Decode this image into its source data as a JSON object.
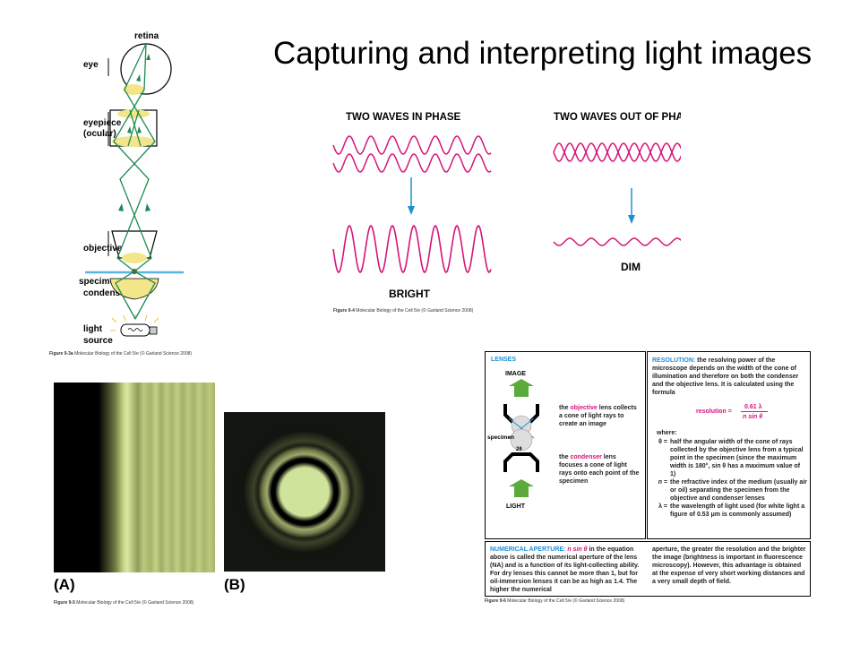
{
  "slide": {
    "title": "Capturing and interpreting light images"
  },
  "microscope": {
    "labels": {
      "retina": "retina",
      "eye": "eye",
      "eyepiece": "eyepiece",
      "ocular": "(ocular)",
      "objective": "objective",
      "specimen": "specimen",
      "condenser": "condenser",
      "light": "light",
      "source": "source"
    },
    "caption_bold": "Figure 9-3a",
    "caption_rest": " Molecular Biology of the Cell 5/e (© Garland Science 2008)"
  },
  "waves": {
    "in_phase_title": "TWO WAVES IN PHASE",
    "out_phase_title": "TWO WAVES OUT OF PHASE",
    "bright": "BRIGHT",
    "dim": "DIM",
    "caption_bold": "Figure 9-4",
    "caption_rest": " Molecular Biology of the Cell 5/e (© Garland Science 2008)",
    "colors": {
      "wave": "#d6147a",
      "arrow": "#1e8fd6"
    }
  },
  "diffraction": {
    "label_a": "(A)",
    "label_b": "(B)",
    "caption_bold": "Figure 9-5",
    "caption_rest": " Molecular Biology of the Cell 5/e (© Garland Science 2008)",
    "colors": {
      "fringe": "#c9d98a",
      "core": "#cfe39a"
    }
  },
  "optics": {
    "lenses_head": "LENSES",
    "image": "IMAGE",
    "light": "LIGHT",
    "specimen": "specimen",
    "angle": "2θ",
    "objective_pre": "the ",
    "objective_key": "objective",
    "objective_post": " lens collects a cone of light rays to create an image",
    "condenser_pre": "the ",
    "condenser_key": "condenser",
    "condenser_post": " lens focuses a cone of light rays onto each point of the specimen",
    "resolution_head": "RESOLUTION:",
    "resolution_text": " the resolving power of the microscope depends on the width of the cone of illumination and therefore on both the condenser and the objective lens. It is calculated using the formula",
    "formula_label": "resolution =",
    "formula_num": "0.61 λ",
    "formula_den": "n sin θ",
    "where": "where:",
    "theta_sym": "θ =",
    "theta_text": "half the angular width of the cone of rays collected by the objective lens from a typical point in the specimen (since the maximum width is 180°, sin θ has a maximum value of 1)",
    "n_sym": "n =",
    "n_text": "the refractive index of the medium (usually air or oil) separating the specimen from the objective and condenser lenses",
    "lambda_sym": "λ =",
    "lambda_text": "the wavelength of light used (for white light a figure of 0.53 μm is commonly assumed)",
    "na_head": "NUMERICAL APERTURE:",
    "na_formula": " n sin θ",
    "na_text1": " in the equation above is called the numerical aperture of the lens (NA) and is a function of its light-collecting ability. For dry lenses this cannot be more than 1, but for oil-immersion lenses it can be as high as 1.4. The higher the numerical",
    "na_text2": "aperture, the greater the resolution and the brighter the image (brightness is important in fluorescence microscopy). However, this advantage is obtained at the expense of very short working distances and a very small depth of field.",
    "caption_bold": "Figure 9-6",
    "caption_rest": " Molecular Biology of the Cell 5/e (© Garland Science 2008)",
    "colors": {
      "arrow": "#5aaa3c",
      "key": "#d6147a",
      "heading": "#1e8fd6"
    }
  }
}
